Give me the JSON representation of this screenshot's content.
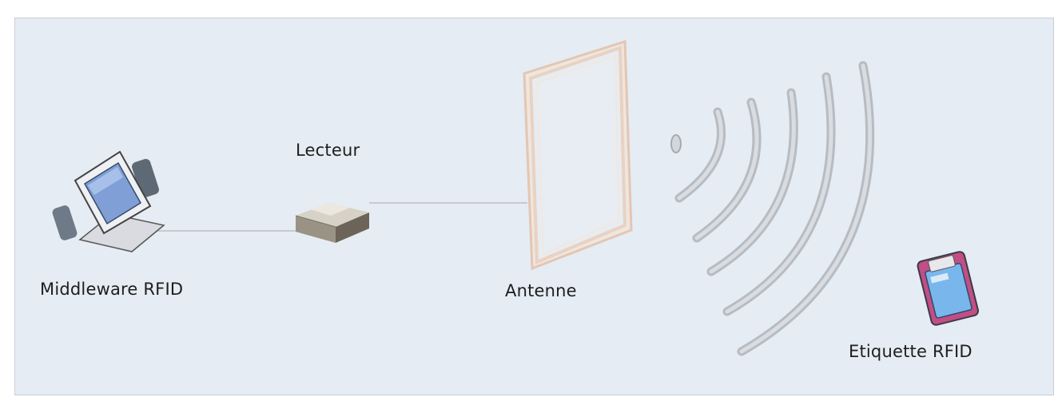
{
  "diagram": {
    "labels": {
      "middleware": "Middleware RFID",
      "reader": "Lecteur",
      "antenna": "Antenne",
      "tag": "Etiquette RFID"
    }
  }
}
